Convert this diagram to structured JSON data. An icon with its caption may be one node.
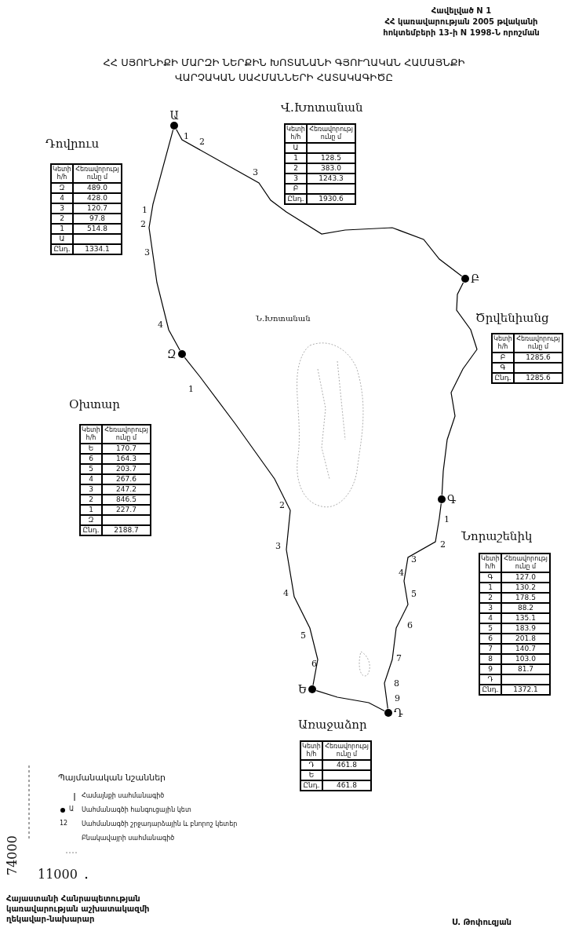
{
  "diagram": {
    "title": "ՀՀ ՍՅՈՒՆԻՔԻ ՄԱՐԶԻ ՆԵՐՔԻՆ ԽՈՏԱՆԱՆԻ ԳՅՈՒՂԱԿԱՆ ՀԱՄԱՅՆՔԻ ՎԱՐՉԱԿԱՆ ՍԱՀՄԱՆՆԵՐԻ ՀԱՏԱԿԱԳԻԾԸ",
    "nodes": [
      {
        "text": [
          "Ա"
        ]
      },
      {
        "text": [
          "Բ"
        ]
      },
      {
        "text": [
          "Գ"
        ]
      },
      {
        "text": [
          "Դ"
        ]
      },
      {
        "text": [
          "Ե"
        ]
      },
      {
        "text": [
          "Զ"
        ]
      }
    ],
    "edges": [
      {
        "from": 0,
        "to": 1,
        "arrow": "none"
      },
      {
        "from": 1,
        "to": 2,
        "arrow": "none"
      },
      {
        "from": 2,
        "to": 3,
        "arrow": "none"
      },
      {
        "from": 3,
        "to": 4,
        "arrow": "none"
      },
      {
        "from": 4,
        "to": 5,
        "arrow": "none"
      },
      {
        "from": 5,
        "to": 0,
        "arrow": "none"
      }
    ],
    "labels": [
      "Հավելված N 1",
      "ՀՀ կառավարության 2005 թվականի",
      "հոկտեմբերի 13-ի N 1998-Ն որոշման",
      "Վ.Խոտանան",
      "Կետի հ/հ",
      "Հեռավորությունը մ",
      "Ա",
      "1",
      "128.5",
      "2",
      "383.0",
      "3",
      "1243.3",
      "Բ",
      "Ընդ.",
      "1930.6",
      "Դովրուս",
      "Կետի հ/հ",
      "Հեռավորությունը մ",
      "Զ",
      "489.0",
      "4",
      "428.0",
      "3",
      "120.7",
      "2",
      "97.8",
      "1",
      "514.8",
      "Ա",
      "Ընդ.",
      "1334.1",
      "1",
      "2",
      "3",
      "1",
      "2",
      "3",
      "4",
      "Ծրվենիանց",
      "Կետի հ/հ",
      "Հեռավորությունը մ",
      "Բ",
      "1285.6",
      "Գ",
      "Ընդ.",
      "1285.6",
      "Ն.Խոտանան",
      "1",
      "Օխտար",
      "Կետի հ/հ",
      "Հեռավորությունը մ",
      "Ե",
      "170.7",
      "6",
      "164.3",
      "5",
      "203.7",
      "4",
      "267.6",
      "3",
      "247.2",
      "2",
      "846.5",
      "1",
      "227.7",
      "Զ",
      "Ընդ.",
      "2188.7",
      "2",
      "3",
      "4",
      "5",
      "6",
      "Նորաշենիկ",
      "Կետի հ/հ",
      "Հեռավորությունը մ",
      "Գ",
      "127.0",
      "1",
      "130.2",
      "2",
      "178.5",
      "3",
      "88.2",
      "4",
      "135.1",
      "5",
      "183.9",
      "6",
      "201.8",
      "7",
      "140.7",
      "8",
      "103.0",
      "9",
      "81.7",
      "Դ",
      "Ընդ.",
      "1372.1",
      "1",
      "2",
      "3",
      "4",
      "5",
      "6",
      "7",
      "8",
      "9",
      "Առաջաձոր",
      "Կետի հ/հ",
      "Հեռավորությունը մ",
      "Դ",
      "461.8",
      "Ե",
      "Ընդ.",
      "461.8",
      "Պայմանական նշաններ",
      "Ա",
      "12",
      "74000",
      "11000",
      "Հայաստանի Հանրապետության կառավարության աշխատակազմի ղեկավար-նախարար",
      "Ս. Թոփուզյան"
    ],
    "legend": [
      {
        "text": "Համայնքի սահմանագիծ"
      },
      {
        "text": "Սահմանագծի հանգուցային կետ"
      },
      {
        "text": "Սահմանագծի շրջադարձային և բնորոշ կետեր"
      },
      {
        "text": "Բնակավայրի սահմանագիծ"
      }
    ]
  }
}
